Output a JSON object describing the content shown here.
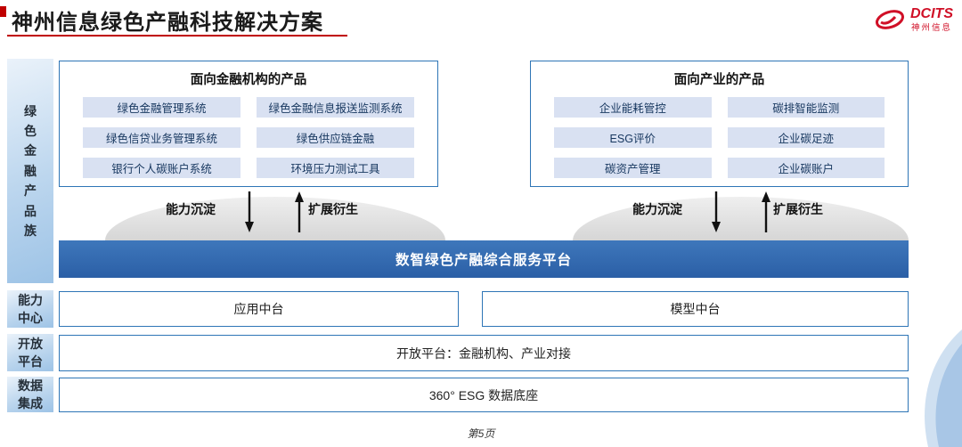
{
  "header": {
    "title": "神州信息绿色产融科技解决方案",
    "logo": {
      "brand": "DCITS",
      "name": "神州信息"
    }
  },
  "sidebar": {
    "labels": [
      {
        "text": "绿色金融产品族"
      },
      {
        "text": "能力中心"
      },
      {
        "text": "开放平台"
      },
      {
        "text": "数据集成"
      }
    ]
  },
  "boxes": {
    "finance": {
      "title": "面向金融机构的产品",
      "items": [
        "绿色金融管理系统",
        "绿色金融信息报送监测系统",
        "绿色信贷业务管理系统",
        "绿色供应链金融",
        "银行个人碳账户系统",
        "环境压力测试工具"
      ]
    },
    "industry": {
      "title": "面向产业的产品",
      "items": [
        "企业能耗管控",
        "碳排智能监测",
        "ESG评价",
        "企业碳足迹",
        "碳资产管理",
        "企业碳账户"
      ]
    }
  },
  "arrows": {
    "down_label": "能力沉淀",
    "up_label": "扩展衍生"
  },
  "platform": {
    "title": "数智绿色产融综合服务平台"
  },
  "rows": {
    "capability": [
      "应用中台",
      "模型中台"
    ],
    "open": "开放平台：金融机构、产业对接",
    "data": "360° ESG 数据底座"
  },
  "footer": {
    "page": "第5页"
  },
  "colors": {
    "accent_red": "#C00000",
    "border_blue": "#2E75B6",
    "bar_blue": "#2B5FA6",
    "pill_blue": "#D9E1F2",
    "sidebar_blue": "#9DC3E6",
    "dome_grey": "#D6D6D6",
    "decor_blue": "#A8C6E6"
  }
}
